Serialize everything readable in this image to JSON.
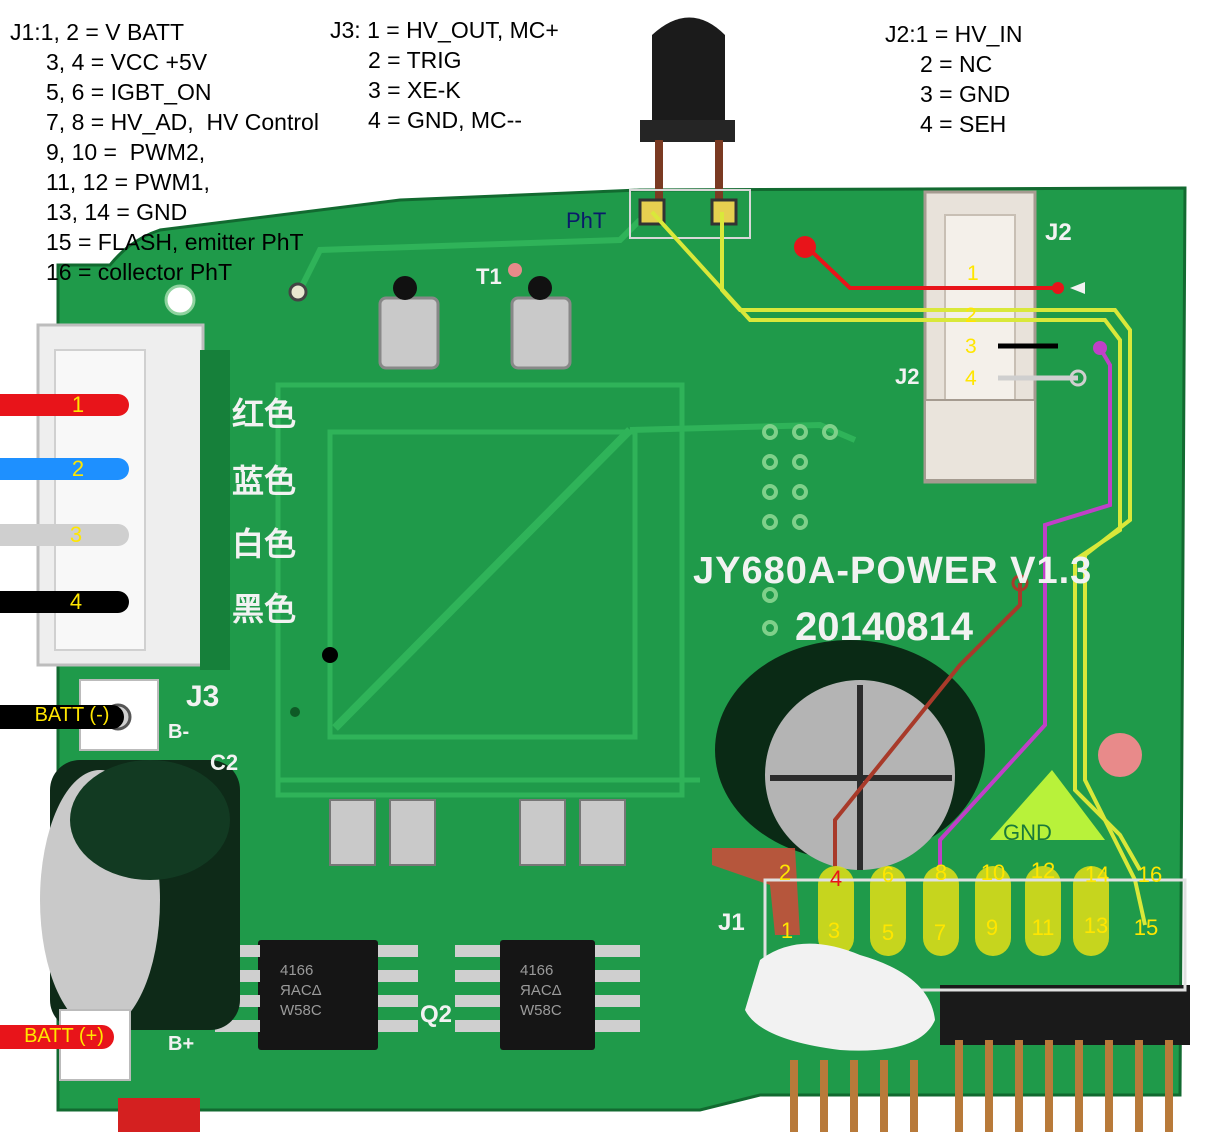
{
  "notes": {
    "j1": [
      "J1:1, 2 = V BATT",
      "3, 4 = VCC +5V",
      "5, 6 = IGBT_ON",
      "7, 8 = HV_AD,  HV Control",
      "9, 10 =  PWM2,",
      "11, 12 = PWM1,",
      "13, 14 = GND",
      "15 = FLASH, emitter PhT",
      "16 = collector PhT"
    ],
    "j3": [
      "J3: 1 = HV_OUT, MC+",
      "2 = TRIG",
      "3 = XE-K",
      "4 = GND, MC--"
    ],
    "j2": [
      "J2:1 = HV_IN",
      "2 = NC",
      "3 = GND",
      "4 = SEH"
    ]
  },
  "board": {
    "model": "JY680A-POWER  V1.3",
    "date": "20140814",
    "cn_labels": [
      "红色",
      "蓝色",
      "白色",
      "黑色"
    ],
    "silk": {
      "t1": "T1",
      "j2": "J2",
      "j3": "J3",
      "j1": "J1",
      "q2": "Q2",
      "c2": "C2",
      "b_minus": "B-",
      "b_plus": "B+",
      "gnd": "GND",
      "pht": "PhT"
    },
    "chip_text": [
      "4166",
      "ЯACΔ",
      "W58C"
    ]
  },
  "j3_wires": [
    {
      "label": "1",
      "color": "#e8141a",
      "text_color": "#ffe600"
    },
    {
      "label": "2",
      "color": "#1e90ff",
      "text_color": "#ffe600"
    },
    {
      "label": "3",
      "color": "#cfcfcf",
      "text_color": "#ffe600"
    },
    {
      "label": "4",
      "color": "#000000",
      "text_color": "#ffe600"
    }
  ],
  "batt_wires": [
    {
      "label": "BATT (-)",
      "color": "#000000",
      "text_color": "#ffe600"
    },
    {
      "label": "BATT (+)",
      "color": "#e8141a",
      "text_color": "#ffe600"
    }
  ],
  "j2_pins": [
    "1",
    "2",
    "3",
    "4"
  ],
  "j1_pins_top": [
    "2",
    "4",
    "6",
    "8",
    "10",
    "12",
    "14",
    "16"
  ],
  "j1_pins_bottom": [
    "1",
    "3",
    "5",
    "7",
    "9",
    "11",
    "13",
    "15"
  ],
  "colors": {
    "pcb": "#1f9a4a",
    "pcb_dark": "#157a38",
    "trace": "#2fb359",
    "silk": "#f2f2f2",
    "yellow": "#f2e600",
    "purple": "#c040c8",
    "brown": "#a83a2a",
    "red": "#e8141a"
  }
}
